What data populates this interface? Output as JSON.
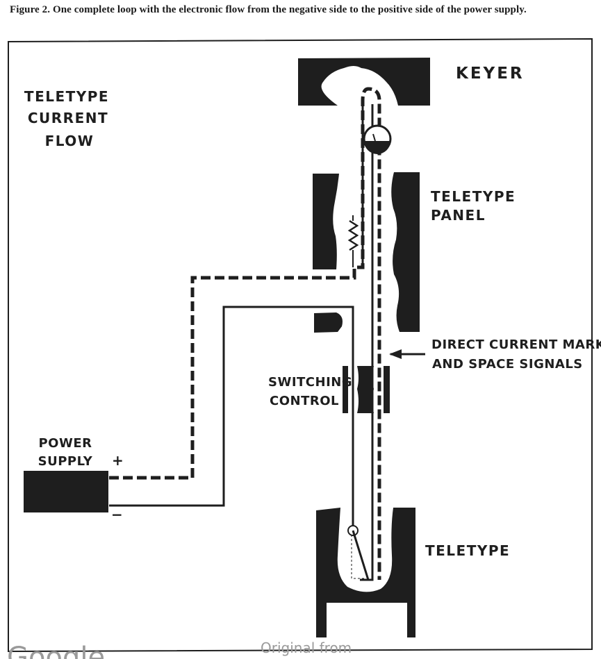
{
  "caption": "Figure 2. One complete loop with the electronic flow from the negative side to the positive side of the power supply.",
  "labels": {
    "title_line1": "TELETYPE",
    "title_line2": "CURRENT",
    "title_line3": "FLOW",
    "keyer": "KEYER",
    "panel_line1": "TELETYPE",
    "panel_line2": "PANEL",
    "signals_line1": "DIRECT CURRENT MARK",
    "signals_line2": "AND SPACE SIGNALS",
    "switching_line1": "SWITCHING",
    "switching_line2": "CONTROL",
    "power_line1": "POWER",
    "power_line2": "SUPPLY",
    "plus": "+",
    "minus": "−",
    "teletype": "TELETYPE"
  },
  "watermark": {
    "left": "Google",
    "center": "Original from"
  },
  "colors": {
    "ink": "#1e1e1e",
    "paper": "#ffffff",
    "watermark": "#9a9a9a"
  }
}
